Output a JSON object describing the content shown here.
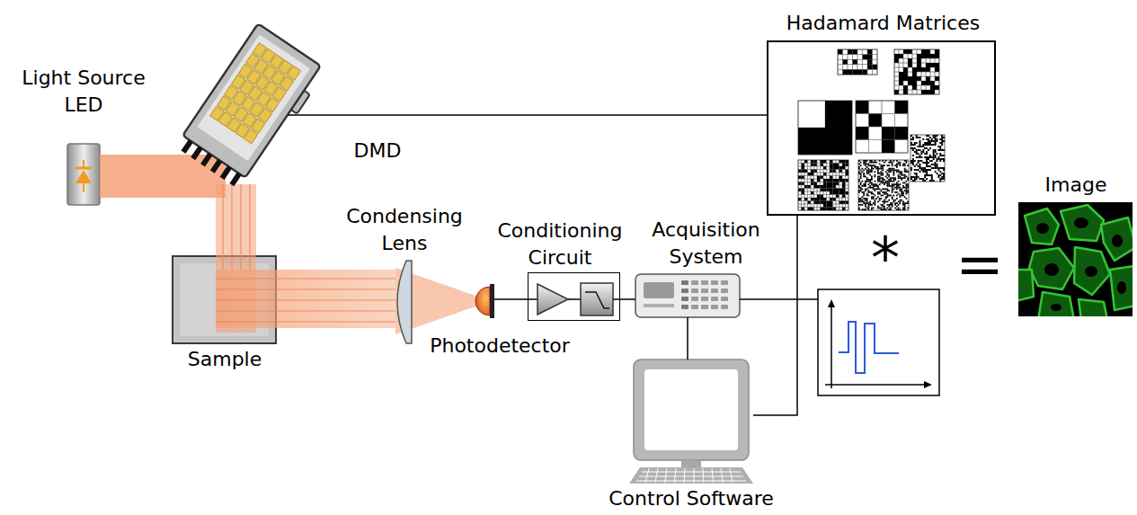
{
  "diagram": {
    "nodes": [
      {
        "text": [
          "Light Source LED"
        ]
      },
      {
        "text": [
          "DMD"
        ]
      },
      {
        "text": [
          "Hadamard Matrices"
        ]
      },
      {
        "text": [
          "Sample"
        ]
      },
      {
        "text": [
          "Condensing Lens"
        ]
      },
      {
        "text": [
          "Photodetector"
        ]
      },
      {
        "text": [
          "Conditioning Circuit"
        ]
      },
      {
        "text": [
          "Acquisition System"
        ]
      },
      {
        "text": [
          "Control Software"
        ]
      },
      {
        "text": [
          "Image"
        ]
      }
    ],
    "edges": [
      {
        "from": 1,
        "to": 2,
        "arrow": "none"
      },
      {
        "from": 5,
        "to": 6,
        "arrow": "none"
      },
      {
        "from": 6,
        "to": 7,
        "arrow": "none"
      },
      {
        "from": 7,
        "to": 8,
        "arrow": "none"
      },
      {
        "from": 8,
        "to": 2,
        "arrow": "none"
      }
    ],
    "labels": [
      "*",
      "="
    ]
  }
}
